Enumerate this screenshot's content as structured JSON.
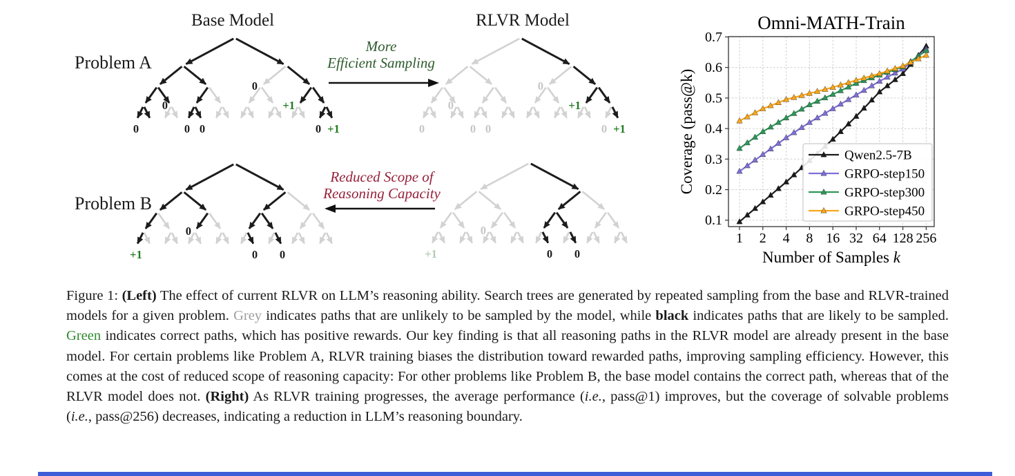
{
  "panel": {
    "base_model_header": "Base Model",
    "rlvr_model_header": "RLVR Model",
    "problem_a_label": "Problem A",
    "problem_b_label": "Problem B",
    "arrow_a": {
      "line1": "More",
      "line2": "Efficient Sampling",
      "color": "#2d5a2d",
      "direction": "right"
    },
    "arrow_b": {
      "line1": "Reduced Scope of",
      "line2": "Reasoning Capacity",
      "color": "#97203a",
      "direction": "left"
    },
    "tree_colors": {
      "likely": "#1c1c1c",
      "unlikely": "#d2d2d2",
      "label": "#1c1c1c",
      "reward": "#1e7a1e",
      "faded_label": "#c6c6c6",
      "faded_reward": "#b4cab4"
    },
    "trees": {
      "a_base": {
        "l1": "bb",
        "l2": "bbgb",
        "l3": "bbbgggbb",
        "l4": "bbggbbggggggggbb",
        "labels": [
          {
            "node": "LLLL",
            "text": "0",
            "c": "label",
            "pos": "below"
          },
          {
            "node": "LLR",
            "text": "0",
            "c": "label",
            "pos": "left"
          },
          {
            "node": "LRLL",
            "text": "0",
            "c": "label",
            "pos": "below"
          },
          {
            "node": "LRLR",
            "text": "0",
            "c": "label",
            "pos": "below"
          },
          {
            "node": "RL",
            "text": "0",
            "c": "label",
            "pos": "left"
          },
          {
            "node": "RRL",
            "text": "+1",
            "c": "reward",
            "pos": "left"
          },
          {
            "node": "RRRL",
            "text": "0",
            "c": "label",
            "pos": "below"
          },
          {
            "node": "RRRR",
            "text": "+1",
            "c": "reward",
            "pos": "below"
          }
        ]
      },
      "a_rlvr": {
        "l1": "gb",
        "l2": "gggb",
        "l3": "ggggggbb",
        "l4": "gggggggggggggggb",
        "labels": [
          {
            "node": "LLLL",
            "text": "0",
            "c": "faded_label",
            "pos": "below"
          },
          {
            "node": "LLR",
            "text": "0",
            "c": "faded_label",
            "pos": "left"
          },
          {
            "node": "LRLL",
            "text": "0",
            "c": "faded_label",
            "pos": "below"
          },
          {
            "node": "LRLR",
            "text": "0",
            "c": "faded_label",
            "pos": "below"
          },
          {
            "node": "RL",
            "text": "0",
            "c": "faded_label",
            "pos": "left"
          },
          {
            "node": "RRL",
            "text": "+1",
            "c": "reward",
            "pos": "left"
          },
          {
            "node": "RRRL",
            "text": "0",
            "c": "faded_label",
            "pos": "below"
          },
          {
            "node": "RRRR",
            "text": "+1",
            "c": "reward",
            "pos": "below"
          }
        ]
      },
      "b_base": {
        "l1": "bb",
        "l2": "bbbg",
        "l3": "bgbgbbgg",
        "l4": "bggggggggbgbgggg",
        "labels": [
          {
            "node": "LLLL",
            "text": "+1",
            "c": "reward",
            "pos": "below"
          },
          {
            "node": "LRL",
            "text": "0",
            "c": "label",
            "pos": "left"
          },
          {
            "node": "RLLR",
            "text": "0",
            "c": "label",
            "pos": "below"
          },
          {
            "node": "RLRR",
            "text": "0",
            "c": "label",
            "pos": "below"
          }
        ]
      },
      "b_rlvr": {
        "l1": "gb",
        "l2": "ggbg",
        "l3": "ggggbbgg",
        "l4": "gggggggggbgbgggg",
        "labels": [
          {
            "node": "LLLL",
            "text": "+1",
            "c": "faded_reward",
            "pos": "below"
          },
          {
            "node": "LRL",
            "text": "0",
            "c": "faded_label",
            "pos": "left"
          },
          {
            "node": "RLLR",
            "text": "0",
            "c": "label",
            "pos": "below"
          },
          {
            "node": "RLRR",
            "text": "0",
            "c": "label",
            "pos": "below"
          }
        ]
      }
    }
  },
  "chart_data": {
    "type": "line",
    "title": "Omni-MATH-Train",
    "xlabel": "Number of Samples k",
    "xlabel_plain": "Number of Samples ",
    "xlabel_italic": "k",
    "ylabel": "Coverage (pass@k)",
    "x_scale": "log2",
    "x_ticks": [
      1,
      2,
      4,
      8,
      16,
      32,
      64,
      128,
      256
    ],
    "y_ticks": [
      0.1,
      0.2,
      0.3,
      0.4,
      0.5,
      0.6,
      0.7
    ],
    "ylim": [
      0.08,
      0.7
    ],
    "grid": "dashed",
    "legend_position": "lower right",
    "k": [
      1,
      2,
      4,
      8,
      16,
      32,
      64,
      128,
      256
    ],
    "series": [
      {
        "name": "Qwen2.5-7B",
        "color": "#1a1a1a",
        "values": [
          0.095,
          0.16,
          0.225,
          0.295,
          0.365,
          0.44,
          0.52,
          0.58,
          0.67
        ]
      },
      {
        "name": "GRPO-step150",
        "color": "#7d6fd8",
        "values": [
          0.26,
          0.315,
          0.37,
          0.42,
          0.465,
          0.51,
          0.555,
          0.595,
          0.66
        ]
      },
      {
        "name": "GRPO-step300",
        "color": "#2e9658",
        "values": [
          0.335,
          0.39,
          0.435,
          0.478,
          0.512,
          0.548,
          0.575,
          0.602,
          0.655
        ]
      },
      {
        "name": "GRPO-step450",
        "color": "#f7a51b",
        "values": [
          0.425,
          0.465,
          0.495,
          0.515,
          0.535,
          0.558,
          0.58,
          0.605,
          0.64
        ]
      }
    ]
  },
  "caption": {
    "segments": [
      {
        "t": "Figure 1: "
      },
      {
        "t": "(Left)",
        "style": "b"
      },
      {
        "t": " The effect of current RLVR on LLM’s reasoning ability. Search trees are generated by repeated sampling from the base and RLVR-trained models for a given problem. "
      },
      {
        "t": "Grey",
        "style": "grey"
      },
      {
        "t": " indicates paths that are unlikely to be sampled by the model, while "
      },
      {
        "t": "black",
        "style": "b"
      },
      {
        "t": " indicates paths that are likely to be sampled. "
      },
      {
        "t": "Green",
        "style": "green"
      },
      {
        "t": " indicates correct paths, which has positive rewards. Our key finding is that all reasoning paths in the RLVR model are already present in the base model. For certain problems like Problem A, RLVR training biases the distribution toward rewarded paths, improving sampling efficiency. However, this comes at the cost of reduced scope of reasoning capacity: For other problems like Problem B, the base model contains the correct path, whereas that of the RLVR model does not. "
      },
      {
        "t": "(Right)",
        "style": "b"
      },
      {
        "t": " As RLVR training progresses, the average performance ("
      },
      {
        "t": "i.e.",
        "style": "i"
      },
      {
        "t": ", pass@1) improves, but the coverage of solvable problems ("
      },
      {
        "t": "i.e.",
        "style": "i"
      },
      {
        "t": ", pass@256) decreases, indicating a reduction in LLM’s reasoning boundary."
      }
    ]
  },
  "page": {
    "bottom_bar_color": "#3d5cd7"
  }
}
